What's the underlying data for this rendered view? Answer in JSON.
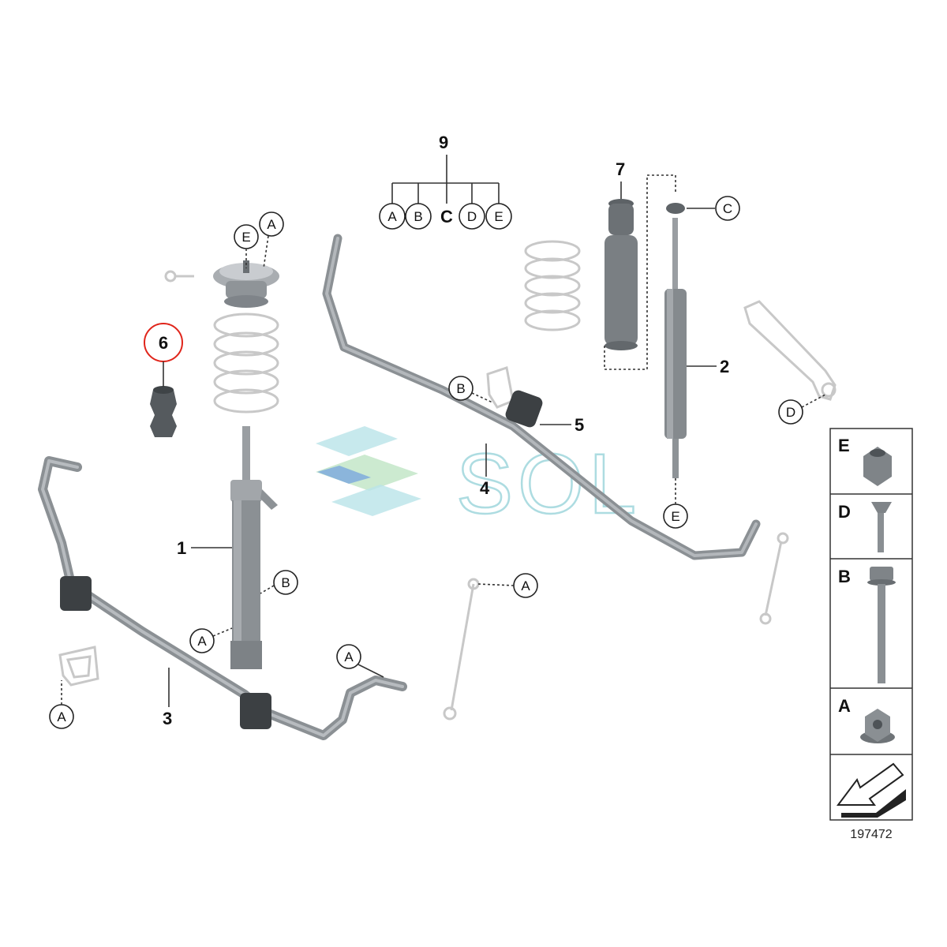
{
  "callouts": {
    "n1": "1",
    "n2": "2",
    "n3": "3",
    "n4": "4",
    "n5": "5",
    "n6": "6",
    "n7": "7",
    "n9": "9"
  },
  "kit_letters": [
    "A",
    "B",
    "C",
    "D",
    "E"
  ],
  "letter_tags": {
    "A": "A",
    "B": "B",
    "C": "C",
    "D": "D",
    "E": "E"
  },
  "legend": {
    "items": [
      "E",
      "D",
      "B",
      "A"
    ]
  },
  "reference_number": "197472",
  "watermark": "SOL",
  "highlight_color": "#e0251b"
}
